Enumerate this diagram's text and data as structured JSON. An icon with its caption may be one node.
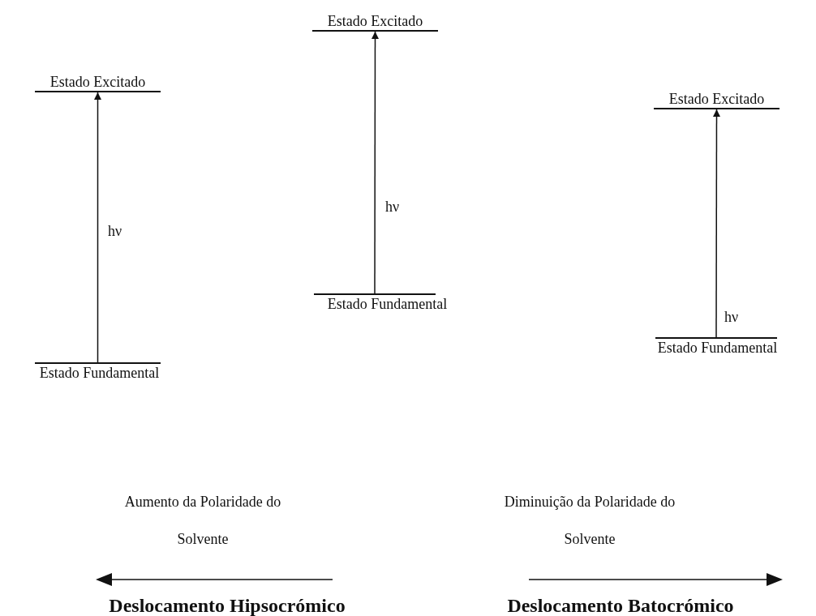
{
  "diagram": {
    "nodes": [
      {
        "text": [
          "Estado Excitado"
        ]
      },
      {
        "text": [
          "Estado Fundamental"
        ]
      },
      {
        "text": [
          "Estado Excitado"
        ]
      },
      {
        "text": [
          "Estado Fundamental"
        ]
      },
      {
        "text": [
          "Estado Excitado"
        ]
      },
      {
        "text": [
          "Estado Fundamental"
        ]
      }
    ],
    "edges": [
      {
        "from": 1,
        "to": 0,
        "arrow": "to",
        "label": "hν"
      },
      {
        "from": 3,
        "to": 2,
        "arrow": "to",
        "label": "hν"
      },
      {
        "from": 5,
        "to": 4,
        "arrow": "to",
        "label": "hν"
      }
    ],
    "labels": [
      "Aumento da Polaridade do Solvente",
      "Diminuição da Polaridade do Solvente",
      "Deslocamento Hipsocrómico",
      "Deslocamento Batocrómico"
    ]
  }
}
